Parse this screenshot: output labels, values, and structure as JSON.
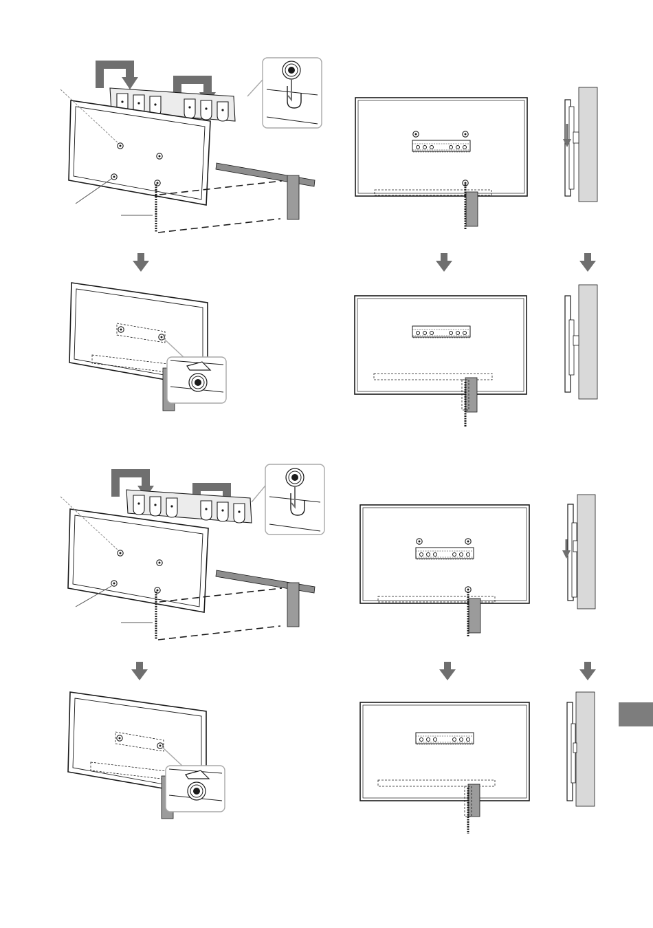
{
  "colors": {
    "line": "#1a1a1a",
    "arrow": "#6f6f6f",
    "wall": "#d9d9d9",
    "bracket": "#e6e6e6",
    "bar": "#9b9b9b",
    "tab": "#7d7d7d",
    "callout": "#a8a8a8"
  },
  "icons": [
    "down-arrow-icon",
    "screw-icon",
    "hook-icon",
    "magnifier-callout-icon"
  ],
  "figure": {
    "sections": [
      {
        "id": "upper",
        "steps": [
          "attach-bracket-hooks",
          "hang-tv-on-wall",
          "lower-onto-mount"
        ]
      },
      {
        "id": "lower",
        "steps": [
          "attach-bracket-hooks",
          "hang-tv-on-wall",
          "lower-onto-mount"
        ]
      }
    ]
  }
}
